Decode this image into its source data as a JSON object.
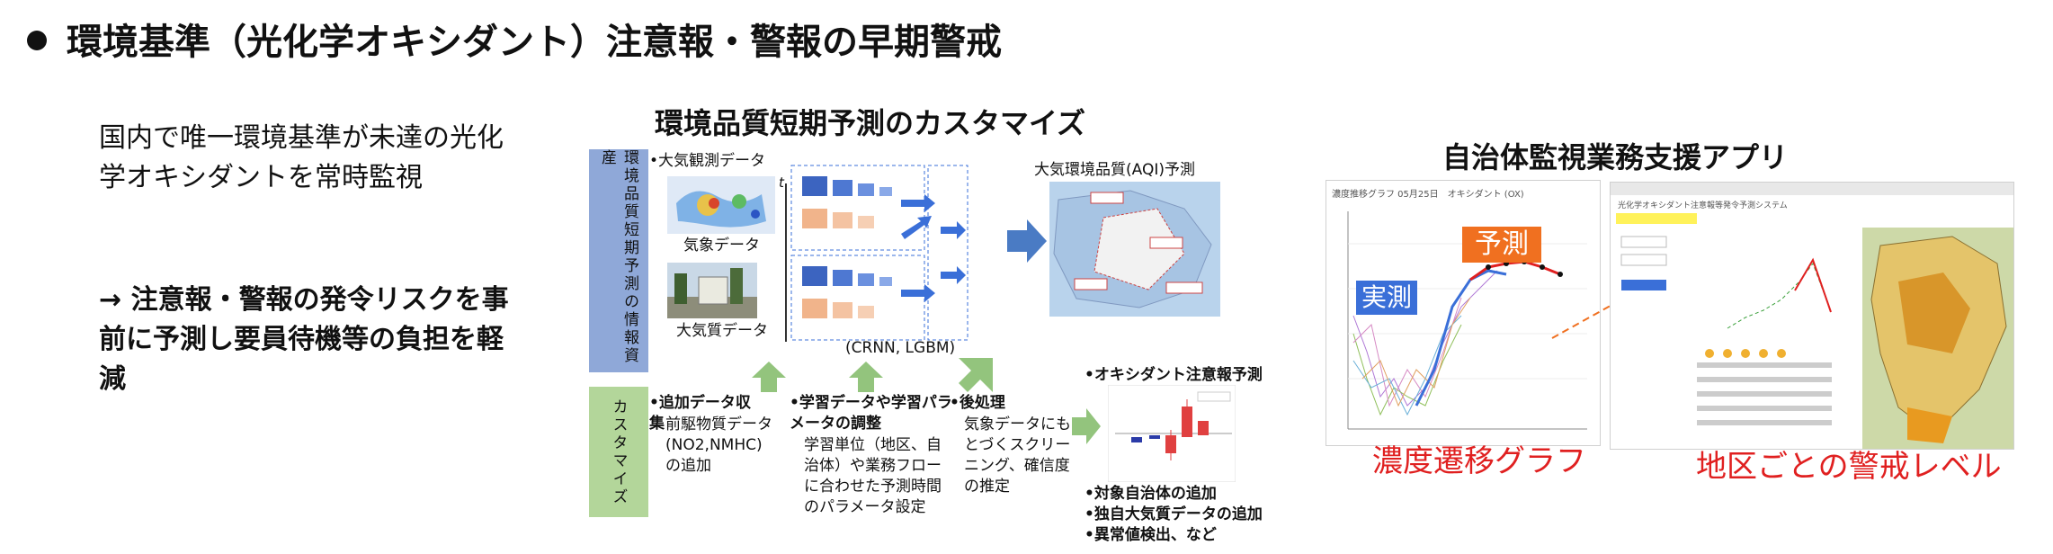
{
  "page_title": "環境基準（光化学オキシダント）注意報・警報の早期警戒",
  "left_text": {
    "para1": "国内で唯一環境基準が未達の光化学オキシダントを常時監視",
    "para2": "→ 注意報・警報の発令リスクを事前に予測し要員待機等の負担を軽減"
  },
  "middle": {
    "title": "環境品質短期予測のカスタマイズ",
    "side_label_top": "環境品質短期予測の情報資産",
    "side_label_bottom": "カスタマイズ",
    "obs_label": "•大気観測データ",
    "weather_label": "気象データ",
    "airq_label": "大気質データ",
    "time_symbol": "t",
    "model_label": "(CRNN, LGBM)",
    "aqi_title": "大気環境品質(AQI)予測",
    "custom1": {
      "title": "•追加データ収集",
      "body": "前駆物質データ(NO2,NMHC)の追加"
    },
    "custom2": {
      "title": "•学習データや学習パラメータの調整",
      "body": "学習単位（地区、自治体）や業務フローに合わせた予測時間のパラメータ設定"
    },
    "custom3": {
      "title": "•後処理",
      "body": "気象データにもとづくスクリーニング、確信度の推定"
    },
    "ox_pred_title": "•オキシダント注意報予測",
    "bullets": [
      "•対象自治体の追加",
      "•独自大気質データの追加",
      "•異常値検出、など"
    ]
  },
  "right": {
    "title": "自治体監視業務支援アプリ",
    "graph_title": "濃度推移グラフ 05月25日　オキシダント (OX)",
    "label_jissoku": "実測",
    "label_yosoku": "予測",
    "caption_graph": "濃度遷移グラフ",
    "caption_level": "地区ごとの警戒レベル",
    "app_header": "光化学オキシダント注意報等発令予測システム"
  },
  "colors": {
    "blue_box": "#8fa8d8",
    "green_box": "#b3d69a",
    "arrow_blue": "#4a7bc4",
    "arrow_green": "#93c47d",
    "red_caption": "#e02020",
    "orange_tag": "#f07020",
    "measured_blue": "#3a6fd8"
  }
}
